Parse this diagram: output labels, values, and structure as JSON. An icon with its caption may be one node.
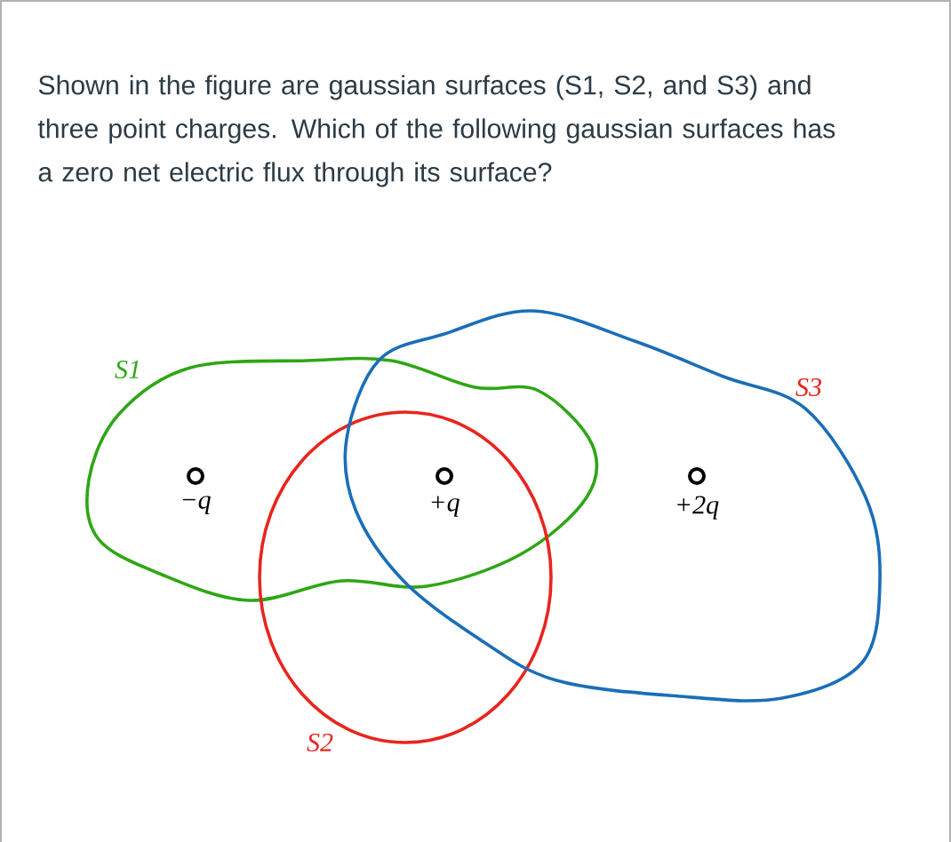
{
  "diagram": {
    "nodes": [
      {
        "text": [
          "S1"
        ]
      },
      {
        "text": [
          "S2"
        ]
      },
      {
        "text": [
          "S3"
        ]
      },
      {
        "text": [
          "−q"
        ],
        "in": 0
      },
      {
        "text": [
          "+q"
        ]
      },
      {
        "text": [
          "+2q"
        ],
        "in": 2
      }
    ],
    "labels": [
      "Shown in the figure are gaussian surfaces (S1, S2, and S3) and three point charges. Which of the following gaussian surfaces has a zero net electric flux through its surface?"
    ]
  }
}
